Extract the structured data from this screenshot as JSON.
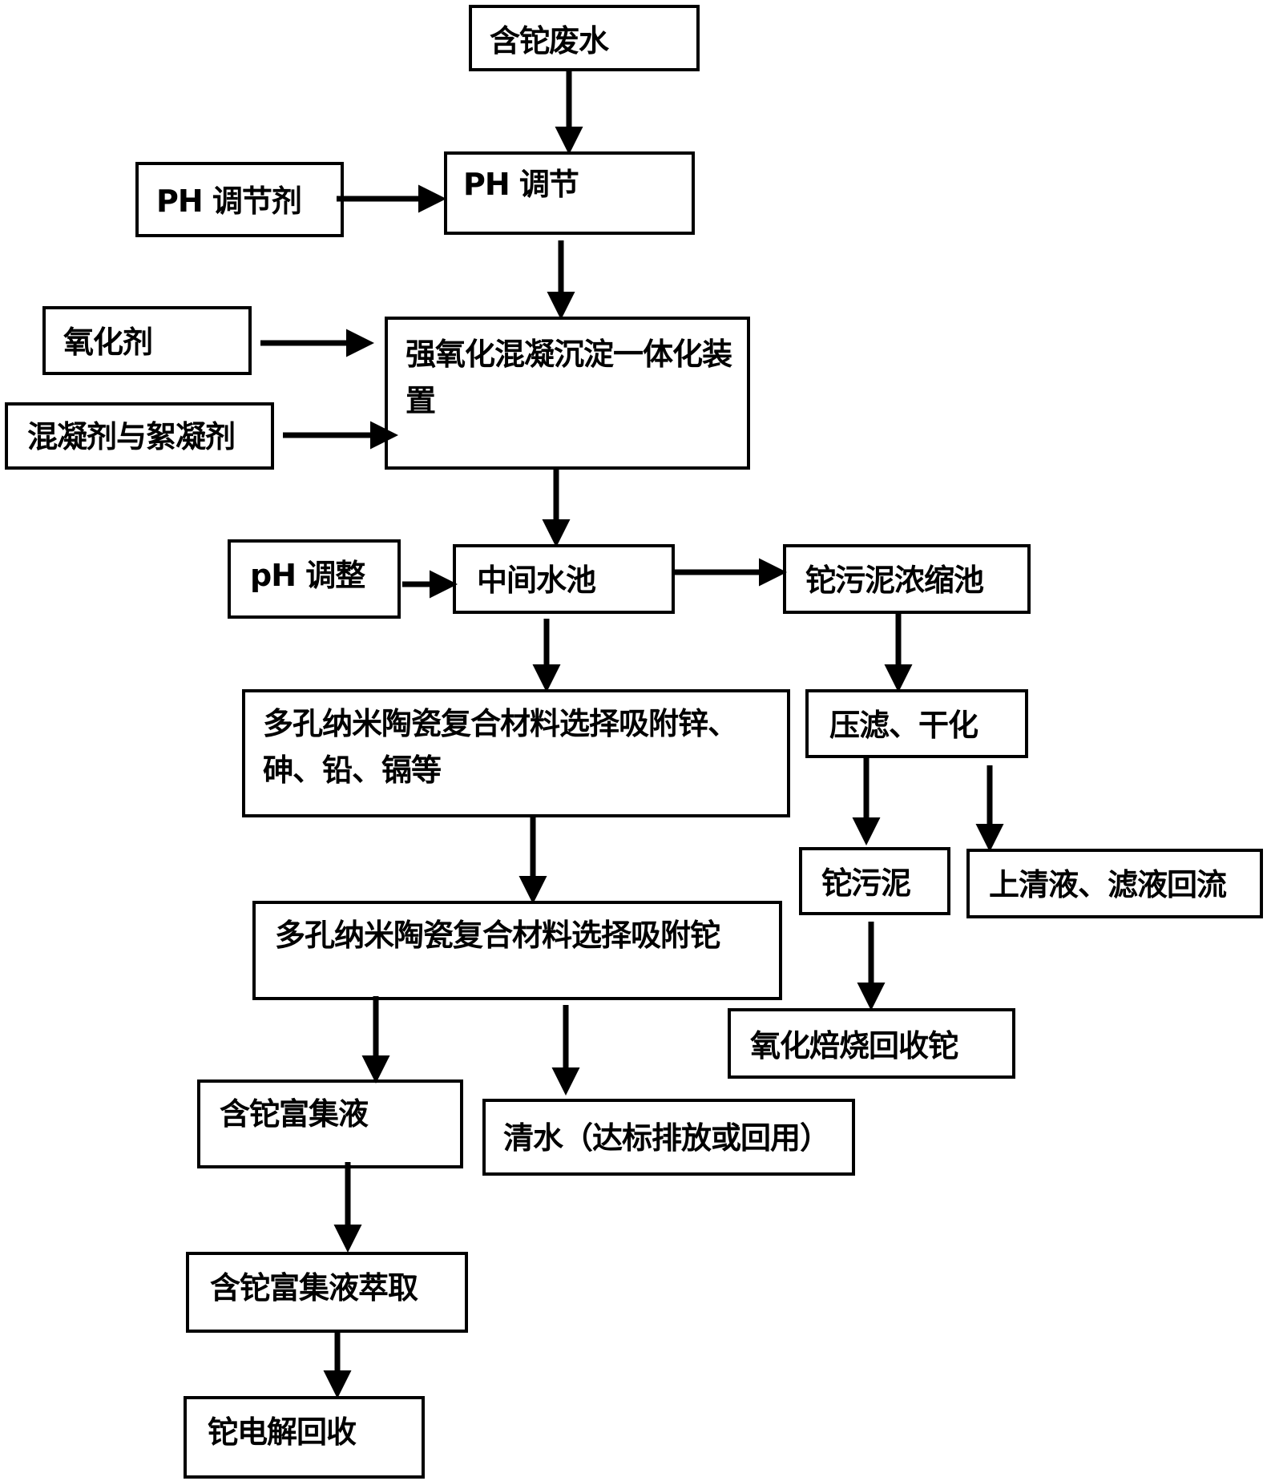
{
  "diagram": {
    "nodes": {
      "wastewater": "含铊废水",
      "ph_adjust": "PH 调节",
      "ph_agent": "PH 调节剂",
      "oxidant": "氧化剂",
      "oxidation_unit": "强氧化混凝沉淀一体化装置",
      "coagulant": "混凝剂与絮凝剂",
      "ph_tune": "pH 调整",
      "middle_pool": "中间水池",
      "sludge_thickener": "铊污泥浓缩池",
      "adsorb_others": "多孔纳米陶瓷复合材料选择吸附锌、砷、铅、镉等",
      "filter_dry": "压滤、干化",
      "tl_sludge": "铊污泥",
      "supernatant_return": "上清液、滤液回流",
      "adsorb_tl": "多孔纳米陶瓷复合材料选择吸附铊",
      "roast_recover": "氧化焙烧回收铊",
      "tl_enriched": "含铊富集液",
      "clean_water": "清水（达标排放或回用）",
      "extraction": "含铊富集液萃取",
      "electrolysis": "铊电解回收"
    },
    "edges": [
      [
        "wastewater",
        "ph_adjust"
      ],
      [
        "ph_agent",
        "ph_adjust"
      ],
      [
        "ph_adjust",
        "oxidation_unit"
      ],
      [
        "oxidant",
        "oxidation_unit"
      ],
      [
        "coagulant",
        "oxidation_unit"
      ],
      [
        "oxidation_unit",
        "middle_pool"
      ],
      [
        "ph_tune",
        "middle_pool"
      ],
      [
        "middle_pool",
        "sludge_thickener"
      ],
      [
        "middle_pool",
        "adsorb_others"
      ],
      [
        "sludge_thickener",
        "filter_dry"
      ],
      [
        "filter_dry",
        "tl_sludge"
      ],
      [
        "filter_dry",
        "supernatant_return"
      ],
      [
        "tl_sludge",
        "roast_recover"
      ],
      [
        "adsorb_others",
        "adsorb_tl"
      ],
      [
        "adsorb_tl",
        "tl_enriched"
      ],
      [
        "adsorb_tl",
        "clean_water"
      ],
      [
        "tl_enriched",
        "extraction"
      ],
      [
        "extraction",
        "electrolysis"
      ]
    ]
  }
}
